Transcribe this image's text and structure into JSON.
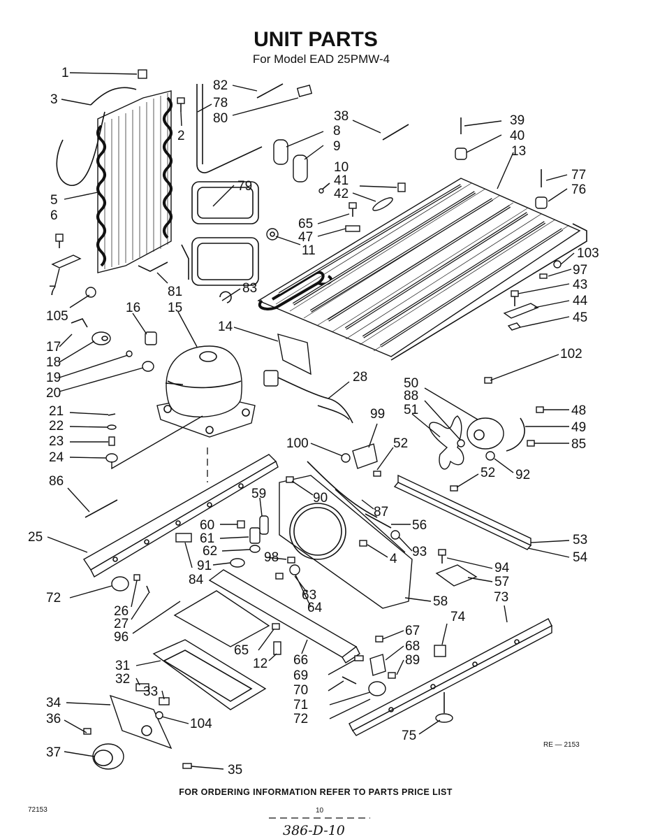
{
  "title": "UNIT PARTS",
  "subtitle": "For Model EAD 25PMW-4",
  "footer": "FOR ORDERING INFORMATION REFER TO PARTS PRICE LIST",
  "code_bottom_left": "72153",
  "page_number": "10",
  "ref_code": "RE — 2153",
  "handwritten_note": "386-D-10",
  "callouts": [
    {
      "label": "1"
    },
    {
      "label": "2"
    },
    {
      "label": "3"
    },
    {
      "label": "5"
    },
    {
      "label": "6"
    },
    {
      "label": "7"
    },
    {
      "label": "82"
    },
    {
      "label": "78"
    },
    {
      "label": "80"
    },
    {
      "label": "79"
    },
    {
      "label": "81"
    },
    {
      "label": "83"
    },
    {
      "label": "38"
    },
    {
      "label": "8"
    },
    {
      "label": "9"
    },
    {
      "label": "10"
    },
    {
      "label": "41"
    },
    {
      "label": "42"
    },
    {
      "label": "65"
    },
    {
      "label": "47"
    },
    {
      "label": "11"
    },
    {
      "label": "39"
    },
    {
      "label": "40"
    },
    {
      "label": "13"
    },
    {
      "label": "77"
    },
    {
      "label": "76"
    },
    {
      "label": "103"
    },
    {
      "label": "97"
    },
    {
      "label": "43"
    },
    {
      "label": "44"
    },
    {
      "label": "45"
    },
    {
      "label": "105"
    },
    {
      "label": "16"
    },
    {
      "label": "15"
    },
    {
      "label": "14"
    },
    {
      "label": "17"
    },
    {
      "label": "18"
    },
    {
      "label": "19"
    },
    {
      "label": "20"
    },
    {
      "label": "21"
    },
    {
      "label": "22"
    },
    {
      "label": "23"
    },
    {
      "label": "24"
    },
    {
      "label": "28"
    },
    {
      "label": "102"
    },
    {
      "label": "50"
    },
    {
      "label": "88"
    },
    {
      "label": "51"
    },
    {
      "label": "48"
    },
    {
      "label": "49"
    },
    {
      "label": "85"
    },
    {
      "label": "99"
    },
    {
      "label": "100"
    },
    {
      "label": "52"
    },
    {
      "label": "92"
    },
    {
      "label": "52"
    },
    {
      "label": "86"
    },
    {
      "label": "90"
    },
    {
      "label": "59"
    },
    {
      "label": "87"
    },
    {
      "label": "56"
    },
    {
      "label": "60"
    },
    {
      "label": "61"
    },
    {
      "label": "62"
    },
    {
      "label": "98"
    },
    {
      "label": "4"
    },
    {
      "label": "93"
    },
    {
      "label": "53"
    },
    {
      "label": "54"
    },
    {
      "label": "94"
    },
    {
      "label": "57"
    },
    {
      "label": "25"
    },
    {
      "label": "91"
    },
    {
      "label": "84"
    },
    {
      "label": "63"
    },
    {
      "label": "64"
    },
    {
      "label": "58"
    },
    {
      "label": "73"
    },
    {
      "label": "74"
    },
    {
      "label": "72"
    },
    {
      "label": "26"
    },
    {
      "label": "27"
    },
    {
      "label": "96"
    },
    {
      "label": "65"
    },
    {
      "label": "12"
    },
    {
      "label": "66"
    },
    {
      "label": "67"
    },
    {
      "label": "68"
    },
    {
      "label": "89"
    },
    {
      "label": "31"
    },
    {
      "label": "32"
    },
    {
      "label": "69"
    },
    {
      "label": "70"
    },
    {
      "label": "33"
    },
    {
      "label": "71"
    },
    {
      "label": "72"
    },
    {
      "label": "34"
    },
    {
      "label": "36"
    },
    {
      "label": "104"
    },
    {
      "label": "75"
    },
    {
      "label": "37"
    },
    {
      "label": "35"
    }
  ]
}
